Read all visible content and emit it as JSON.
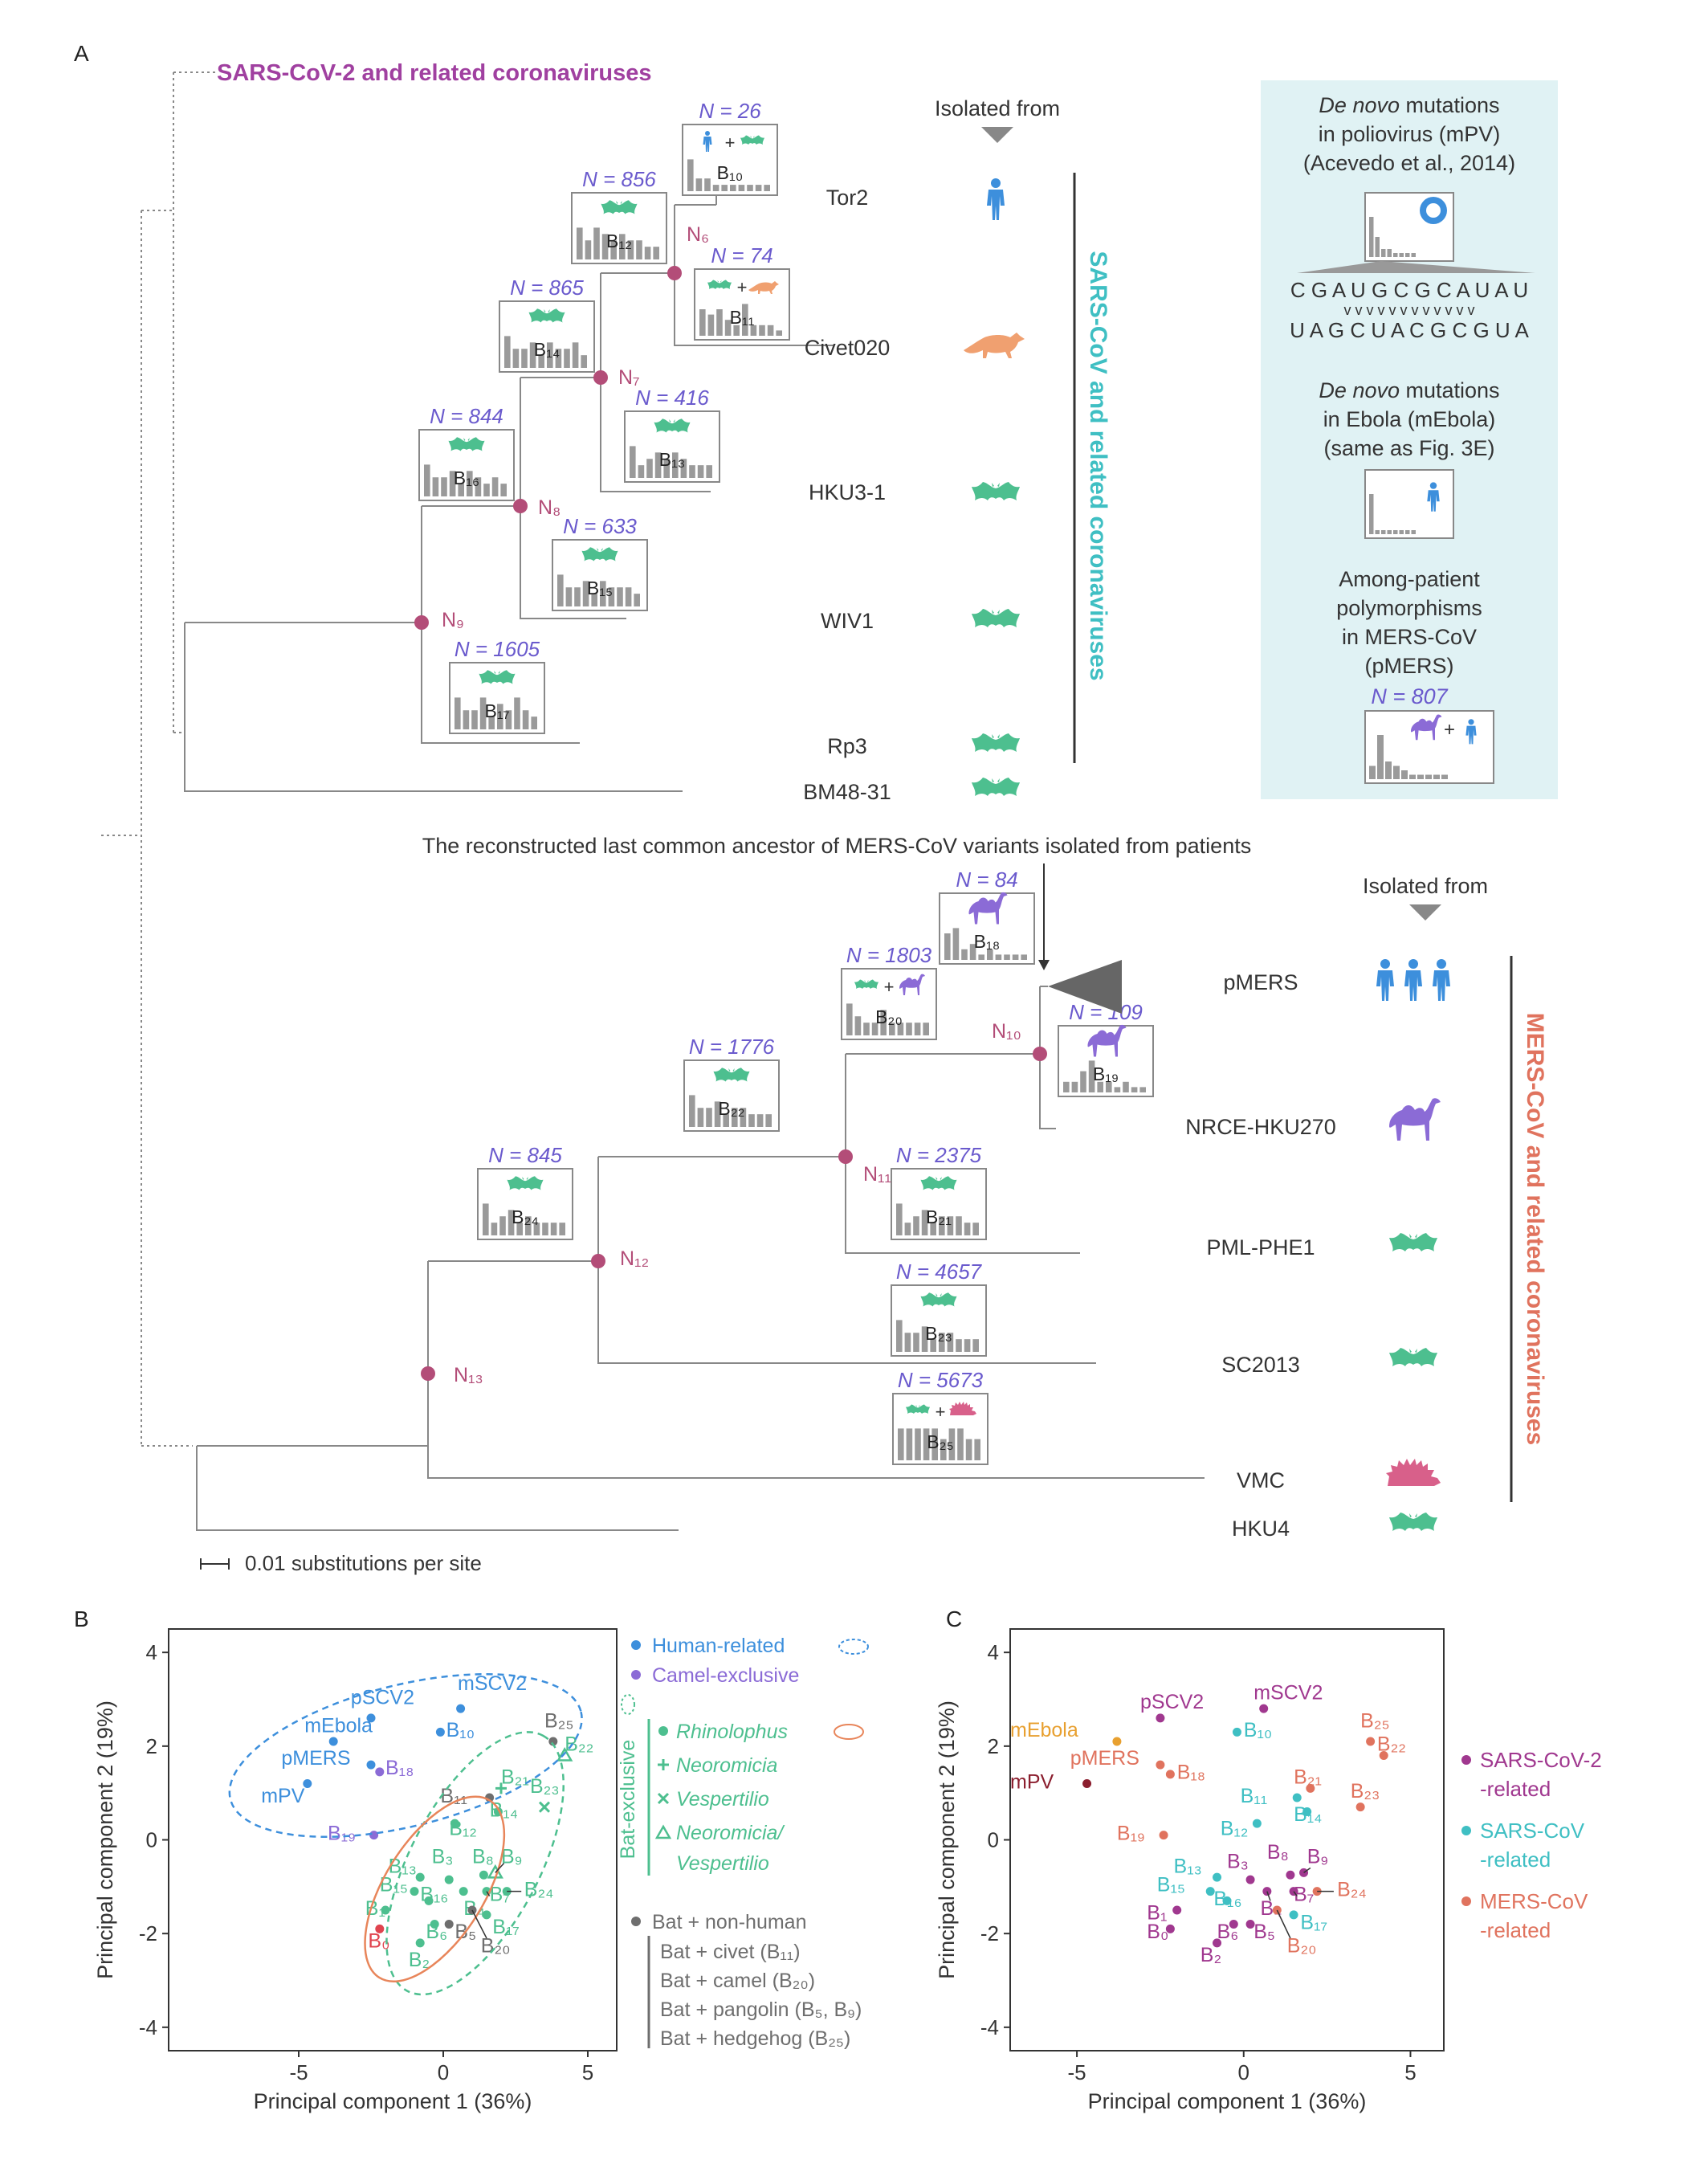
{
  "panelA": {
    "label": "A",
    "sars2_title": "SARS-CoV-2 and related coronaviruses",
    "isolated_from_1": "Isolated from",
    "isolated_from_2": "Isolated from",
    "sars_clade_label": "SARS-CoV and related coronaviruses",
    "mers_clade_label": "MERS-CoV and related coronaviruses",
    "mers_ancestor_note": "The reconstructed last common ancestor of MERS-CoV variants isolated from patients",
    "scale_label": "0.01 substitutions per site",
    "taxa": [
      {
        "name": "Tor2",
        "host": "human"
      },
      {
        "name": "Civet020",
        "host": "civet"
      },
      {
        "name": "HKU3-1",
        "host": "bat"
      },
      {
        "name": "WIV1",
        "host": "bat"
      },
      {
        "name": "Rp3",
        "host": "bat"
      },
      {
        "name": "BM48-31",
        "host": "bat"
      },
      {
        "name": "pMERS",
        "host": "human-group"
      },
      {
        "name": "NRCE-HKU270",
        "host": "camel"
      },
      {
        "name": "PML-PHE1",
        "host": "bat"
      },
      {
        "name": "SC2013",
        "host": "bat"
      },
      {
        "name": "VMC",
        "host": "hedgehog"
      },
      {
        "name": "HKU4",
        "host": "bat"
      }
    ],
    "nodes": [
      "N₆",
      "N₇",
      "N₈",
      "N₉",
      "N₁₀",
      "N₁₁",
      "N₁₂",
      "N₁₃"
    ],
    "spectra": [
      {
        "b": "B₁₀",
        "n": "N = 26",
        "hosts": "human + bat",
        "bars": [
          5,
          2,
          2,
          1,
          1,
          1,
          1,
          1,
          1,
          1
        ]
      },
      {
        "b": "B₁₂",
        "n": "N = 856",
        "hosts": "bat",
        "bars": [
          5,
          3,
          5,
          4,
          3,
          4,
          3,
          3,
          2,
          2
        ]
      },
      {
        "b": "B₁₁",
        "n": "N = 74",
        "hosts": "bat + civet",
        "bars": [
          5,
          4,
          5,
          3,
          2,
          6,
          2,
          2,
          2,
          1
        ]
      },
      {
        "b": "B₁₄",
        "n": "N = 865",
        "hosts": "bat",
        "bars": [
          5,
          3,
          3,
          4,
          2,
          4,
          3,
          3,
          4,
          2
        ]
      },
      {
        "b": "B₁₃",
        "n": "N = 416",
        "hosts": "bat",
        "bars": [
          5,
          2,
          3,
          4,
          3,
          4,
          3,
          2,
          2,
          2
        ]
      },
      {
        "b": "B₁₆",
        "n": "N = 844",
        "hosts": "bat",
        "bars": [
          5,
          3,
          3,
          4,
          2,
          4,
          3,
          2,
          3,
          2
        ]
      },
      {
        "b": "B₁₅",
        "n": "N = 633",
        "hosts": "bat",
        "bars": [
          5,
          3,
          3,
          4,
          2,
          4,
          3,
          3,
          3,
          2
        ]
      },
      {
        "b": "B₁₇",
        "n": "N = 1605",
        "hosts": "bat",
        "bars": [
          5,
          3,
          3,
          5,
          2,
          4,
          3,
          5,
          3,
          2
        ]
      },
      {
        "b": "B₁₈",
        "n": "N = 84",
        "hosts": "camel",
        "bars": [
          5,
          6,
          2,
          3,
          1,
          2,
          1,
          1,
          1,
          1
        ]
      },
      {
        "b": "B₂₀",
        "n": "N = 1803",
        "hosts": "bat + camel",
        "bars": [
          5,
          3,
          2,
          2,
          4,
          2,
          2,
          2,
          2,
          2
        ]
      },
      {
        "b": "B₁₉",
        "n": "N = 109",
        "hosts": "camel",
        "bars": [
          2,
          2,
          4,
          6,
          2,
          2,
          1,
          2,
          1,
          1
        ]
      },
      {
        "b": "B₂₂",
        "n": "N = 1776",
        "hosts": "bat",
        "bars": [
          5,
          3,
          3,
          4,
          2,
          3,
          3,
          2,
          2,
          2
        ]
      },
      {
        "b": "B₂₁",
        "n": "N = 2375",
        "hosts": "bat",
        "bars": [
          5,
          2,
          3,
          4,
          2,
          3,
          3,
          3,
          2,
          2
        ]
      },
      {
        "b": "B₂₄",
        "n": "N = 845",
        "hosts": "bat",
        "bars": [
          5,
          2,
          3,
          4,
          2,
          3,
          2,
          2,
          2,
          2
        ]
      },
      {
        "b": "B₂₃",
        "n": "N = 4657",
        "hosts": "bat",
        "bars": [
          5,
          3,
          3,
          4,
          2,
          3,
          3,
          2,
          2,
          2
        ]
      },
      {
        "b": "B₂₅",
        "n": "N = 5673",
        "hosts": "bat + hedgehog",
        "bars": [
          3,
          3,
          3,
          3,
          3,
          2,
          3,
          3,
          2,
          2
        ]
      }
    ],
    "sidebox": {
      "mpv_title_italic": "De novo",
      "mpv_title_rest": " mutations",
      "mpv_line2": "in poliovirus (mPV)",
      "mpv_line3": "(Acevedo et al., 2014)",
      "seq_top": "C G A U G C G C A U A U",
      "seq_marks": "v v v v v v v v v v v v",
      "seq_bottom": "U A G C U A C G C G U A",
      "ebola_title_italic": "De novo",
      "ebola_title_rest": " mutations",
      "ebola_line2": "in Ebola (mEbola)",
      "ebola_line3": "(same as Fig. 3E)",
      "pmers_line1": "Among-patient",
      "pmers_line2": "polymorphisms",
      "pmers_line3": "in MERS-CoV",
      "pmers_line4": "(pMERS)",
      "pmers_n": "N = 807",
      "mpv_bars": [
        10,
        5,
        2,
        2,
        1,
        1,
        1,
        1
      ],
      "ebola_bars": [
        10,
        1,
        1,
        1,
        1,
        1,
        1,
        1
      ],
      "pmers_bars": [
        3,
        10,
        4,
        3,
        2,
        1,
        1,
        1,
        1,
        1
      ]
    }
  },
  "chart_data": [
    {
      "type": "scatter",
      "panel": "B",
      "xlabel": "Principal component 1 (36%)",
      "ylabel": "Principal component 2 (19%)",
      "xlim": [
        -9.5,
        6
      ],
      "ylim": [
        -4.5,
        4.5
      ],
      "xticks": [
        -5,
        0,
        5
      ],
      "yticks": [
        -4,
        -2,
        0,
        2,
        4
      ],
      "grid": false,
      "legend_position": "right",
      "points": [
        {
          "label": "mSCV2",
          "x": 0.6,
          "y": 2.8,
          "cat": "human",
          "lx": 0.5,
          "ly": 3.2
        },
        {
          "label": "pSCV2",
          "x": -2.5,
          "y": 2.6,
          "cat": "human",
          "lx": -3.2,
          "ly": 2.9
        },
        {
          "label": "B₁₀",
          "x": -0.1,
          "y": 2.3,
          "cat": "human",
          "lx": 0.1,
          "ly": 2.2
        },
        {
          "label": "mEbola",
          "x": -3.8,
          "y": 2.1,
          "cat": "human",
          "lx": -4.8,
          "ly": 2.3
        },
        {
          "label": "pMERS",
          "x": -2.5,
          "y": 1.6,
          "cat": "human",
          "lx": -5.6,
          "ly": 1.6
        },
        {
          "label": "mPV",
          "x": -4.7,
          "y": 1.2,
          "cat": "human",
          "lx": -6.3,
          "ly": 0.8
        },
        {
          "label": "B₁₈",
          "x": -2.2,
          "y": 1.45,
          "cat": "camel",
          "lx": -2.0,
          "ly": 1.4
        },
        {
          "label": "B₁₉",
          "x": -2.4,
          "y": 0.1,
          "cat": "camel",
          "lx": -4.0,
          "ly": 0.0
        },
        {
          "label": "B₂₅",
          "x": 3.8,
          "y": 2.1,
          "cat": "grey",
          "lx": 3.5,
          "ly": 2.4
        },
        {
          "label": "B₂₂",
          "x": 4.2,
          "y": 1.8,
          "cat": "tri",
          "lx": 4.2,
          "ly": 1.9
        },
        {
          "label": "B₁₁",
          "x": 1.6,
          "y": 0.9,
          "cat": "grey",
          "lx": -0.1,
          "ly": 0.8
        },
        {
          "label": "B₂₁",
          "x": 2.0,
          "y": 1.1,
          "cat": "plus",
          "lx": 2.0,
          "ly": 1.2
        },
        {
          "label": "B₂₃",
          "x": 3.5,
          "y": 0.7,
          "cat": "cross",
          "lx": 3.0,
          "ly": 1.0
        },
        {
          "label": "B₁₄",
          "x": 1.9,
          "y": 0.6,
          "cat": "green",
          "lx": 1.6,
          "ly": 0.5
        },
        {
          "label": "B₁₂",
          "x": 0.4,
          "y": 0.35,
          "cat": "green",
          "lx": 0.2,
          "ly": 0.1
        },
        {
          "label": "B₁₃",
          "x": -0.8,
          "y": -0.8,
          "cat": "green",
          "lx": -1.9,
          "ly": -0.7
        },
        {
          "label": "B₃",
          "x": 0.2,
          "y": -0.85,
          "cat": "green",
          "lx": -0.4,
          "ly": -0.5
        },
        {
          "label": "B₈",
          "x": 1.4,
          "y": -0.75,
          "cat": "green",
          "lx": 1.0,
          "ly": -0.5
        },
        {
          "label": "B₉",
          "x": 1.8,
          "y": -0.7,
          "cat": "tri",
          "lx": 2.0,
          "ly": -0.5
        },
        {
          "label": "B₁₅",
          "x": -1.0,
          "y": -1.1,
          "cat": "green",
          "lx": -2.2,
          "ly": -1.1
        },
        {
          "label": "B₁₆",
          "x": -0.5,
          "y": -1.3,
          "cat": "green",
          "lx": -0.8,
          "ly": -1.3
        },
        {
          "label": "B₄",
          "x": 0.7,
          "y": -1.1,
          "cat": "green",
          "lx": 0.7,
          "ly": -1.6
        },
        {
          "label": "B₇",
          "x": 1.5,
          "y": -1.1,
          "cat": "green",
          "lx": 1.6,
          "ly": -1.3
        },
        {
          "label": "B₂₄",
          "x": 2.2,
          "y": -1.1,
          "cat": "green",
          "lx": 2.8,
          "ly": -1.2
        },
        {
          "label": "B₁",
          "x": -2.0,
          "y": -1.5,
          "cat": "green",
          "lx": -2.7,
          "ly": -1.6
        },
        {
          "label": "B₁₇",
          "x": 1.5,
          "y": -1.6,
          "cat": "green",
          "lx": 1.7,
          "ly": -2.0
        },
        {
          "label": "B₆",
          "x": -0.3,
          "y": -1.8,
          "cat": "green",
          "lx": -0.6,
          "ly": -2.1
        },
        {
          "label": "B₅",
          "x": 0.2,
          "y": -1.8,
          "cat": "grey",
          "lx": 0.4,
          "ly": -2.1
        },
        {
          "label": "B₀",
          "x": -2.2,
          "y": -1.9,
          "cat": "red",
          "lx": -2.6,
          "ly": -2.3
        },
        {
          "label": "B₂₀",
          "x": 1.0,
          "y": -1.5,
          "cat": "grey",
          "lx": 1.3,
          "ly": -2.4
        },
        {
          "label": "B₂",
          "x": -0.8,
          "y": -2.2,
          "cat": "green",
          "lx": -1.2,
          "ly": -2.7
        }
      ],
      "legend": {
        "human": "Human-related",
        "camel": "Camel-exclusive",
        "bat_group": "Bat-exclusive",
        "rhinolophus": "Rhinolophus",
        "neoromicia": "Neoromicia",
        "vespertilio": "Vespertilio",
        "neo_vesp_1": "Neoromicia/",
        "neo_vesp_2": "Vespertilio",
        "nonhuman": "Bat + non-human",
        "civet": "Bat + civet (B₁₁)",
        "camel2": "Bat + camel (B₂₀)",
        "pangolin": "Bat + pangolin (B₅, B₉)",
        "hedgehog": "Bat + hedgehog (B₂₅)"
      },
      "colors": {
        "human": "#3d8fdc",
        "camel": "#8b6bd6",
        "bat": "#4dbf8f",
        "grey": "#6e6e6e",
        "red": "#e0444f",
        "orange": "#e8855a"
      }
    },
    {
      "type": "scatter",
      "panel": "C",
      "xlabel": "Principal component 1 (36%)",
      "ylabel": "Principal component 2 (19%)",
      "xlim": [
        -7,
        6
      ],
      "ylim": [
        -4.5,
        4.5
      ],
      "xticks": [
        -5,
        0,
        5
      ],
      "yticks": [
        -4,
        -2,
        0,
        2,
        4
      ],
      "grid": false,
      "legend_position": "right",
      "points": [
        {
          "label": "mSCV2",
          "x": 0.6,
          "y": 2.8,
          "cat": "sars2",
          "lx": 0.3,
          "ly": 3.0
        },
        {
          "label": "pSCV2",
          "x": -2.5,
          "y": 2.6,
          "cat": "sars2",
          "lx": -3.1,
          "ly": 2.8
        },
        {
          "label": "B₁₀",
          "x": -0.2,
          "y": 2.3,
          "cat": "sars",
          "lx": 0.0,
          "ly": 2.2
        },
        {
          "label": "mEbola",
          "x": -3.8,
          "y": 2.1,
          "cat": "ebola",
          "lx": -7.0,
          "ly": 2.2
        },
        {
          "label": "pMERS",
          "x": -2.5,
          "y": 1.6,
          "cat": "mers",
          "lx": -5.2,
          "ly": 1.6
        },
        {
          "label": "mPV",
          "x": -4.7,
          "y": 1.2,
          "cat": "pv",
          "lx": -7.0,
          "ly": 1.1
        },
        {
          "label": "B₁₈",
          "x": -2.2,
          "y": 1.4,
          "cat": "mers",
          "lx": -2.0,
          "ly": 1.3
        },
        {
          "label": "B₁₉",
          "x": -2.4,
          "y": 0.1,
          "cat": "mers",
          "lx": -3.8,
          "ly": 0.0
        },
        {
          "label": "B₂₅",
          "x": 3.8,
          "y": 2.1,
          "cat": "mers",
          "lx": 3.5,
          "ly": 2.4
        },
        {
          "label": "B₂₂",
          "x": 4.2,
          "y": 1.8,
          "cat": "mers",
          "lx": 4.0,
          "ly": 1.9
        },
        {
          "label": "B₂₁",
          "x": 2.0,
          "y": 1.1,
          "cat": "mers",
          "lx": 1.5,
          "ly": 1.2
        },
        {
          "label": "B₁₁",
          "x": 1.6,
          "y": 0.9,
          "cat": "sars",
          "lx": -0.1,
          "ly": 0.8
        },
        {
          "label": "B₂₃",
          "x": 3.5,
          "y": 0.7,
          "cat": "mers",
          "lx": 3.2,
          "ly": 0.9
        },
        {
          "label": "B₁₄",
          "x": 1.9,
          "y": 0.6,
          "cat": "sars",
          "lx": 1.5,
          "ly": 0.4
        },
        {
          "label": "B₁₂",
          "x": 0.4,
          "y": 0.35,
          "cat": "sars",
          "lx": -0.7,
          "ly": 0.1
        },
        {
          "label": "B₁₃",
          "x": -0.8,
          "y": -0.8,
          "cat": "sars",
          "lx": -2.1,
          "ly": -0.7
        },
        {
          "label": "B₃",
          "x": 0.2,
          "y": -0.85,
          "cat": "sars2",
          "lx": -0.5,
          "ly": -0.6
        },
        {
          "label": "B₈",
          "x": 1.4,
          "y": -0.75,
          "cat": "sars2",
          "lx": 0.7,
          "ly": -0.4
        },
        {
          "label": "B₉",
          "x": 1.8,
          "y": -0.7,
          "cat": "sars2",
          "lx": 1.9,
          "ly": -0.5
        },
        {
          "label": "B₁₅",
          "x": -1.0,
          "y": -1.1,
          "cat": "sars",
          "lx": -2.6,
          "ly": -1.1
        },
        {
          "label": "B₁₆",
          "x": -0.5,
          "y": -1.3,
          "cat": "sars",
          "lx": -0.9,
          "ly": -1.4
        },
        {
          "label": "B₄",
          "x": 0.7,
          "y": -1.1,
          "cat": "sars2",
          "lx": 0.5,
          "ly": -1.6
        },
        {
          "label": "B₇",
          "x": 1.5,
          "y": -1.1,
          "cat": "sars2",
          "lx": 1.5,
          "ly": -1.3
        },
        {
          "label": "B₂₄",
          "x": 2.2,
          "y": -1.1,
          "cat": "mers",
          "lx": 2.8,
          "ly": -1.2
        },
        {
          "label": "B₁",
          "x": -2.0,
          "y": -1.5,
          "cat": "sars2",
          "lx": -2.9,
          "ly": -1.7
        },
        {
          "label": "B₁₇",
          "x": 1.5,
          "y": -1.6,
          "cat": "sars",
          "lx": 1.7,
          "ly": -1.9
        },
        {
          "label": "B₆",
          "x": -0.3,
          "y": -1.8,
          "cat": "sars2",
          "lx": -0.8,
          "ly": -2.1
        },
        {
          "label": "B₅",
          "x": 0.2,
          "y": -1.8,
          "cat": "sars2",
          "lx": 0.3,
          "ly": -2.1
        },
        {
          "label": "B₀",
          "x": -2.2,
          "y": -1.9,
          "cat": "sars2",
          "lx": -2.9,
          "ly": -2.1
        },
        {
          "label": "B₂₀",
          "x": 1.0,
          "y": -1.5,
          "cat": "mers",
          "lx": 1.3,
          "ly": -2.4
        },
        {
          "label": "B₂",
          "x": -0.8,
          "y": -2.2,
          "cat": "sars2",
          "lx": -1.3,
          "ly": -2.6
        }
      ],
      "legend": {
        "sars2_1": "SARS-CoV-2",
        "sars2_2": "-related",
        "sars_1": "SARS-CoV",
        "sars_2": "-related",
        "mers_1": "MERS-CoV",
        "mers_2": "-related"
      },
      "colors": {
        "sars2": "#a0388f",
        "sars": "#3fbfc3",
        "mers": "#e0735e",
        "ebola": "#e8a030",
        "pv": "#8b1e2e"
      }
    }
  ],
  "panelB_label": "B",
  "panelC_label": "C"
}
